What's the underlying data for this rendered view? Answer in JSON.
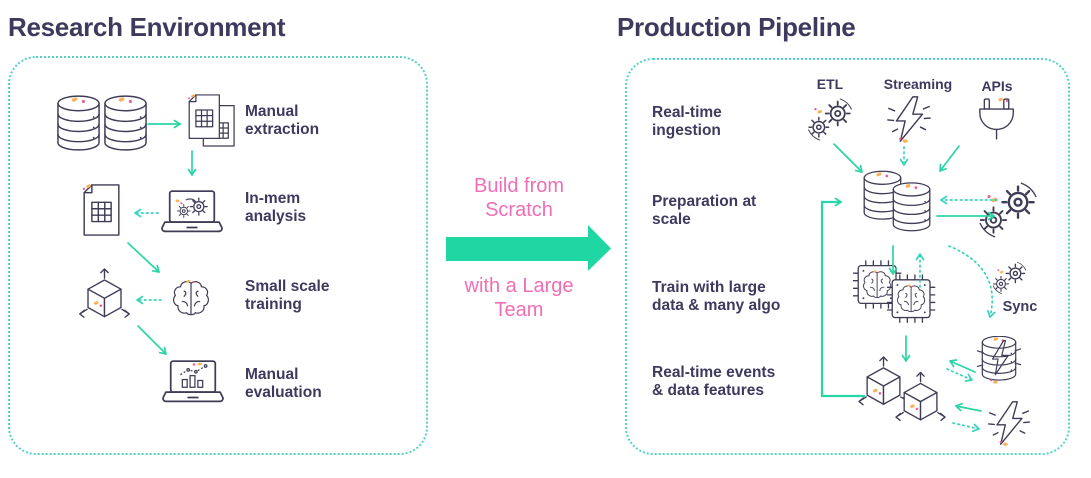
{
  "colors": {
    "heading_navy": "#3e3a5e",
    "icon_stroke": "#3f3d56",
    "arrow_solid_teal": "#2bd6a6",
    "arrow_dotted_teal": "#3ad2bb",
    "big_arrow_teal": "#1fd7a2",
    "box_border_teal": "#54d2c6",
    "pink": "#f06eb3",
    "accent_orange": "#f9b35c",
    "accent_pink": "#ee5f94"
  },
  "left_panel": {
    "title": "Research Environment",
    "steps": [
      {
        "label": "Manual\nextraction"
      },
      {
        "label": "In-mem\nanalysis"
      },
      {
        "label": "Small scale\ntraining"
      },
      {
        "label": "Manual\nevaluation"
      }
    ],
    "icons": {
      "databases-icon": "two stacked cylinders",
      "documents-grid-icon": "overlapping pages with table grids",
      "spreadsheet-page-icon": "page with table grid",
      "laptop-gears-icon": "laptop with gears on screen",
      "cube-3d-icon": "isometric cube with axis arrows",
      "brain-icon": "brain outline",
      "laptop-chart-icon": "laptop with bar chart and trend line"
    }
  },
  "center": {
    "label_top": "Build from\nScratch",
    "label_bottom": "with a Large\nTeam",
    "big-arrow-icon": "large right-pointing teal arrow"
  },
  "right_panel": {
    "title": "Production Pipeline",
    "sources": [
      {
        "label": "ETL",
        "icon": "gears-icon"
      },
      {
        "label": "Streaming",
        "icon": "lightning-icon"
      },
      {
        "label": "APIs",
        "icon": "plug-icon"
      }
    ],
    "steps": [
      {
        "label": "Real-time\ningestion"
      },
      {
        "label": "Preparation at\nscale"
      },
      {
        "label": "Train with large\ndata & many algo"
      },
      {
        "label": "Real-time events\n& data features"
      }
    ],
    "sync_label": "Sync",
    "icons": {
      "databases-overlap-icon": "two overlapping cylinders",
      "prep-gears-icon": "two gears with circular arrows",
      "ai-chips-icon": "two overlapping chips with brains",
      "sync-gears-icon": "small pair of gears",
      "cache-db-icon": "cylinder with lightning bolt",
      "model-cubes-icon": "two overlapping isometric cubes",
      "events-lightning-icon": "lightning bolt with rays"
    }
  }
}
